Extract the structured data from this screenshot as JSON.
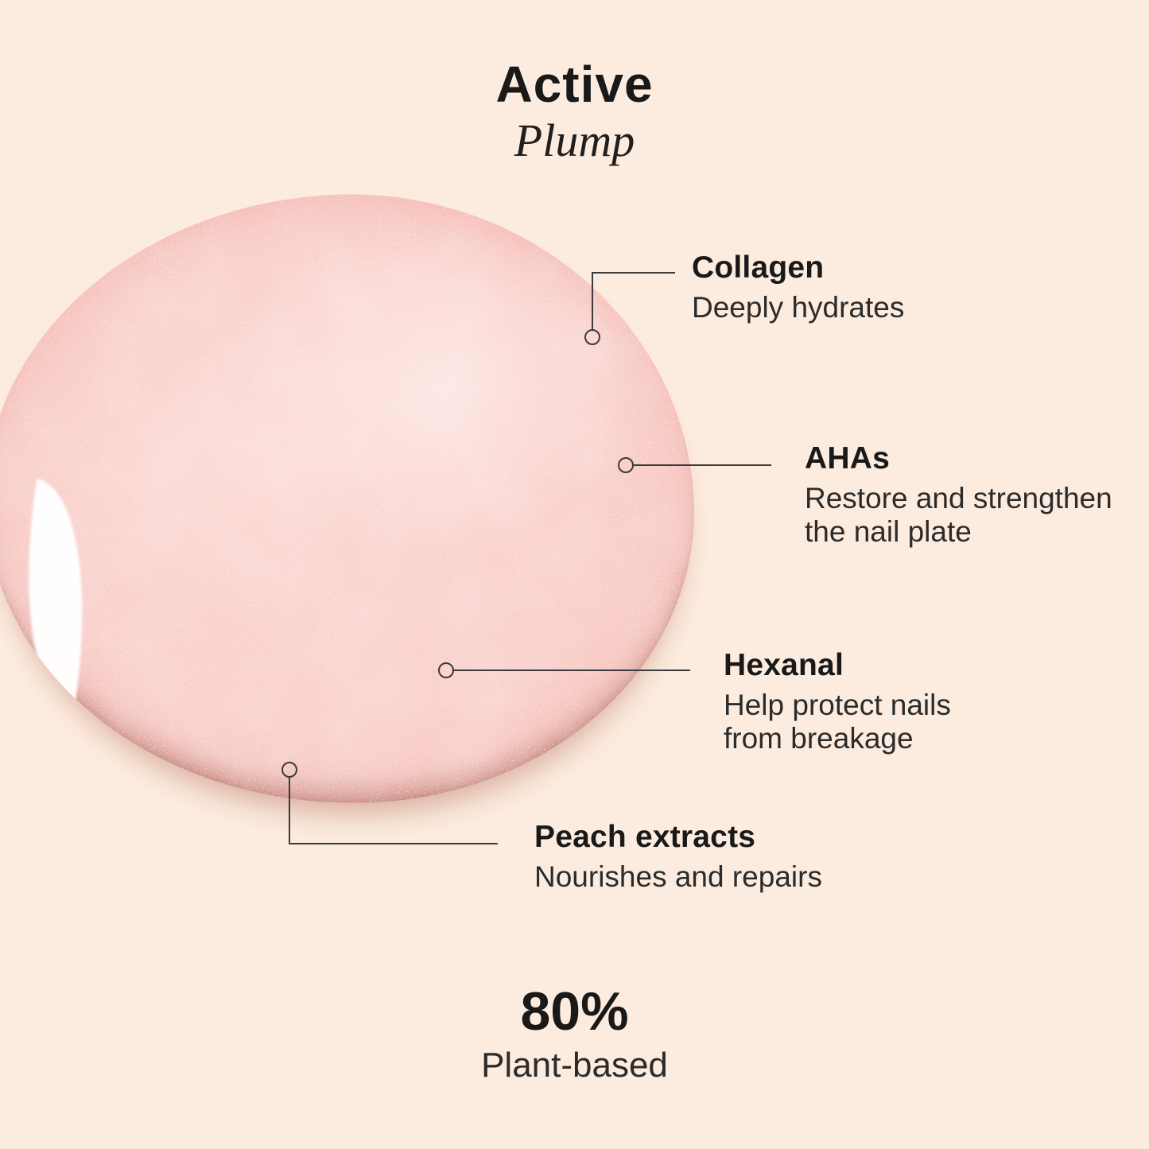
{
  "title": {
    "main": "Active",
    "sub": "Plump"
  },
  "callouts": [
    {
      "name": "Collagen",
      "description": "Deeply hydrates"
    },
    {
      "name": "AHAs",
      "description": "Restore and strengthen\nthe nail plate"
    },
    {
      "name": "Hexanal",
      "description": "Help protect nails\nfrom breakage"
    },
    {
      "name": "Peach extracts",
      "description": "Nourishes and repairs"
    }
  ],
  "footer": {
    "value": "80%",
    "label": "Plant-based"
  },
  "colors": {
    "background": "#fcecdf",
    "swatch_pink": "#f9cec9",
    "swatch_edge_pink": "#f0b2ac",
    "heading_text": "#191919",
    "body_text": "#2b2b2b",
    "connector_line": "#3a3a3a"
  }
}
